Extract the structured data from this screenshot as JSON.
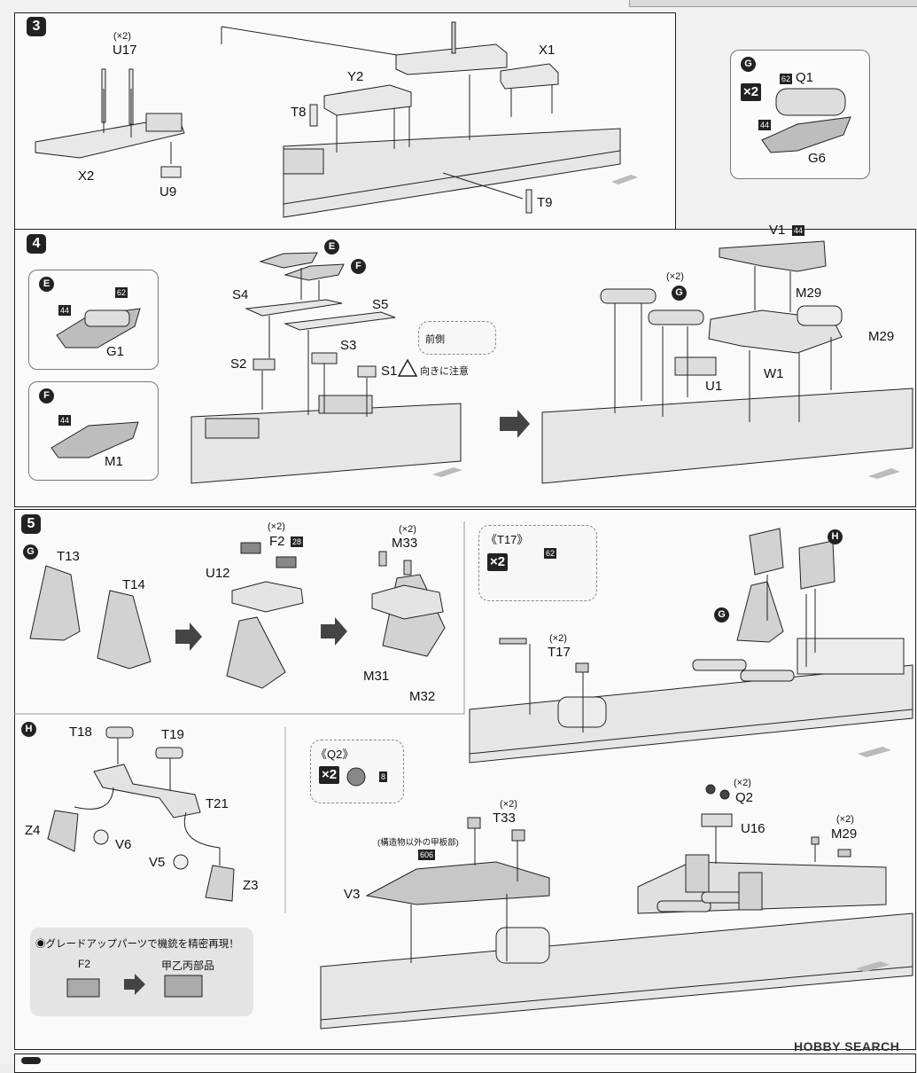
{
  "step3": {
    "number": "3",
    "labels": {
      "u17_qty": "(×2)",
      "u17": "U17",
      "x2": "X2",
      "u9": "U9",
      "y2": "Y2",
      "x1": "X1",
      "t8": "T8",
      "t9": "T9"
    },
    "inset": {
      "circle": "G",
      "qty": "×2",
      "code": "62",
      "part": "Q1",
      "code2": "44",
      "part2": "G6"
    }
  },
  "step4": {
    "number": "4",
    "insetE": {
      "circle": "E",
      "code62": "62",
      "code44": "44",
      "part": "G1"
    },
    "insetF": {
      "circle": "F",
      "code44": "44",
      "part": "M1"
    },
    "circE": "E",
    "circF": "F",
    "labels": {
      "s4": "S4",
      "s5": "S5",
      "s3": "S3",
      "s2": "S2",
      "s1": "S1",
      "caution": "向きに注意"
    },
    "front": "前側",
    "right": {
      "v1": "V1",
      "v1code": "44",
      "qty": "(×2)",
      "circ": "G",
      "m29a": "M29",
      "m29b": "M29",
      "w1": "W1",
      "u1": "U1"
    }
  },
  "step5": {
    "number": "5",
    "circG": "G",
    "circH": "H",
    "labels": {
      "t13": "T13",
      "t14": "T14",
      "f2qty": "(×2)",
      "f2": "F2",
      "f2code": "28",
      "u12": "U12",
      "m33qty": "(×2)",
      "m33": "M33",
      "m31": "M31",
      "m32": "M32"
    },
    "t17box": {
      "title": "《T17》",
      "qty": "×2",
      "code": "62"
    },
    "ship1": {
      "circH": "H",
      "circG": "G",
      "qty": "(×2)",
      "t17": "T17"
    },
    "sub": {
      "circ": "H",
      "t18": "T18",
      "t19": "T19",
      "t21": "T21",
      "z4": "Z4",
      "v6": "V6",
      "v5": "V5",
      "z3": "Z3"
    },
    "q2box": {
      "title": "《Q2》",
      "qty": "×2",
      "code": "8"
    },
    "ship2": {
      "note": "(構造物以外の甲板部)",
      "code": "606",
      "v3": "V3",
      "t33qty": "(×2)",
      "t33": "T33",
      "q2qty": "(×2)",
      "q2": "Q2",
      "u16": "U16",
      "m29qty": "(×2)",
      "m29": "M29"
    },
    "gradeup": {
      "text": "◉グレードアップパーツで機銃を精密再現！",
      "f2": "F2",
      "kit": "甲乙丙部品"
    }
  },
  "watermark": "HOBBY SEARCH",
  "colors": {
    "ink": "#222222",
    "panel": "#fafafa",
    "bg": "#f1f1f1",
    "hull": "#cfcfcf"
  }
}
